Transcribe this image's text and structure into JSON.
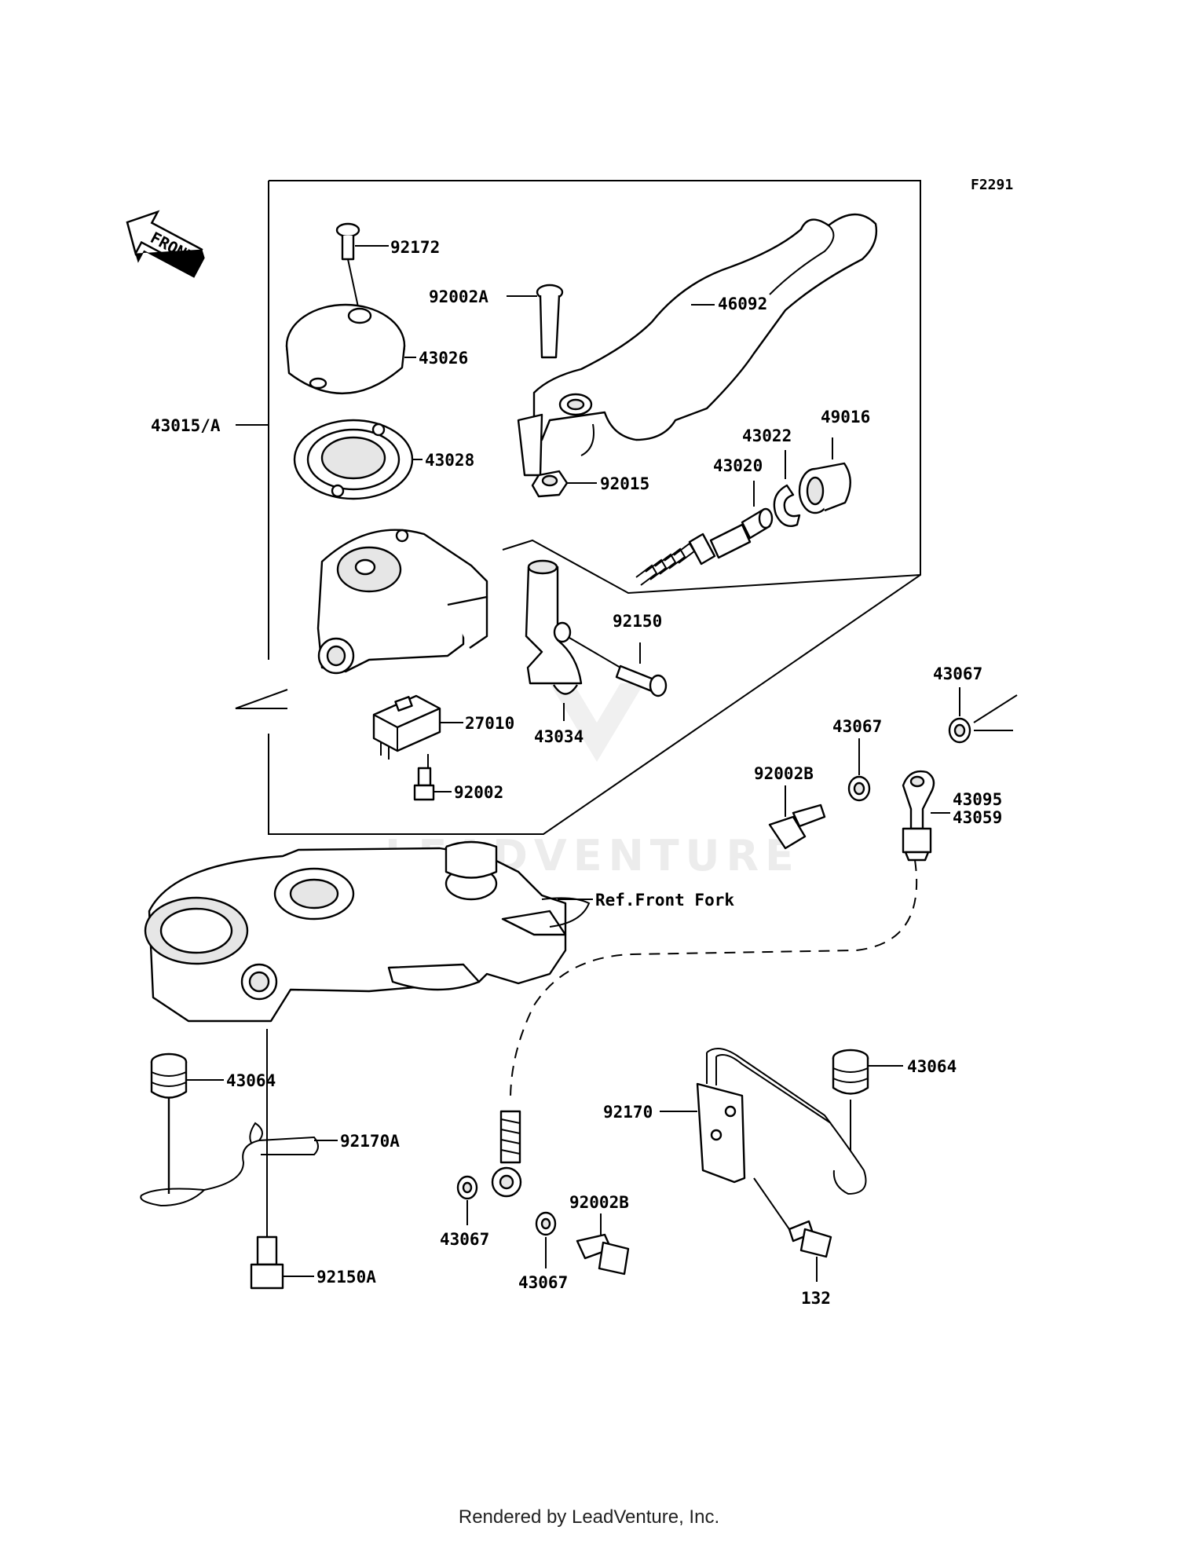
{
  "diagram": {
    "code": "F2291",
    "front_arrow_label": "FRONT",
    "watermark": "LEADVENTURE",
    "footer": "Rendered by LeadVenture, Inc."
  },
  "labels": {
    "p92172": "92172",
    "p92002A": "92002A",
    "p46092": "46092",
    "p43026": "43026",
    "p43015A": "43015/A",
    "p43028": "43028",
    "p92015": "92015",
    "p43020": "43020",
    "p43022": "43022",
    "p49016": "49016",
    "p92150": "92150",
    "p27010": "27010",
    "p43034": "43034",
    "p92002": "92002",
    "p43067_a": "43067",
    "p43067_b": "43067",
    "p92002B_a": "92002B",
    "p43095": "43095",
    "p43059": "43059",
    "ref_front_fork": "Ref.Front Fork",
    "p43064_a": "43064",
    "p92170A": "92170A",
    "p92150A": "92150A",
    "p43067_c": "43067",
    "p92002B_b": "92002B",
    "p43067_d": "43067",
    "p92170": "92170",
    "p43064_b": "43064",
    "p132": "132"
  }
}
